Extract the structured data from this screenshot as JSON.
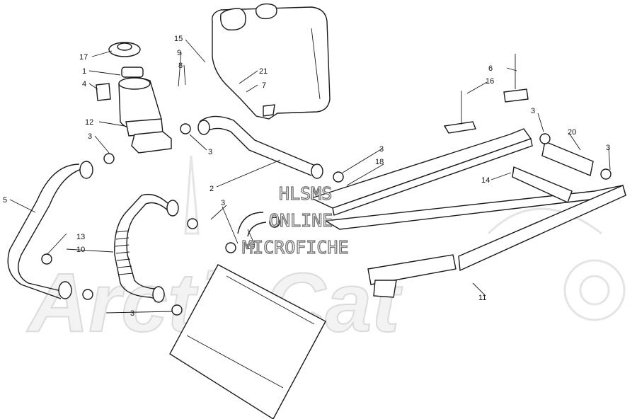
{
  "watermark": {
    "lines": [
      "HLSMS",
      "ONLINE",
      "MICROFICHE"
    ],
    "brand": "ArcticCat"
  },
  "callouts": [
    {
      "label": "17"
    },
    {
      "label": "1"
    },
    {
      "label": "4"
    },
    {
      "label": "12"
    },
    {
      "label": "3"
    },
    {
      "label": "15"
    },
    {
      "label": "9"
    },
    {
      "label": "8"
    },
    {
      "label": "21"
    },
    {
      "label": "7"
    },
    {
      "label": "3"
    },
    {
      "label": "5"
    },
    {
      "label": "2"
    },
    {
      "label": "13"
    },
    {
      "label": "10"
    },
    {
      "label": "3"
    },
    {
      "label": "19"
    },
    {
      "label": "3"
    },
    {
      "label": "3"
    },
    {
      "label": "18"
    },
    {
      "label": "6"
    },
    {
      "label": "16"
    },
    {
      "label": "3"
    },
    {
      "label": "20"
    },
    {
      "label": "3"
    },
    {
      "label": "14"
    },
    {
      "label": "11"
    }
  ]
}
